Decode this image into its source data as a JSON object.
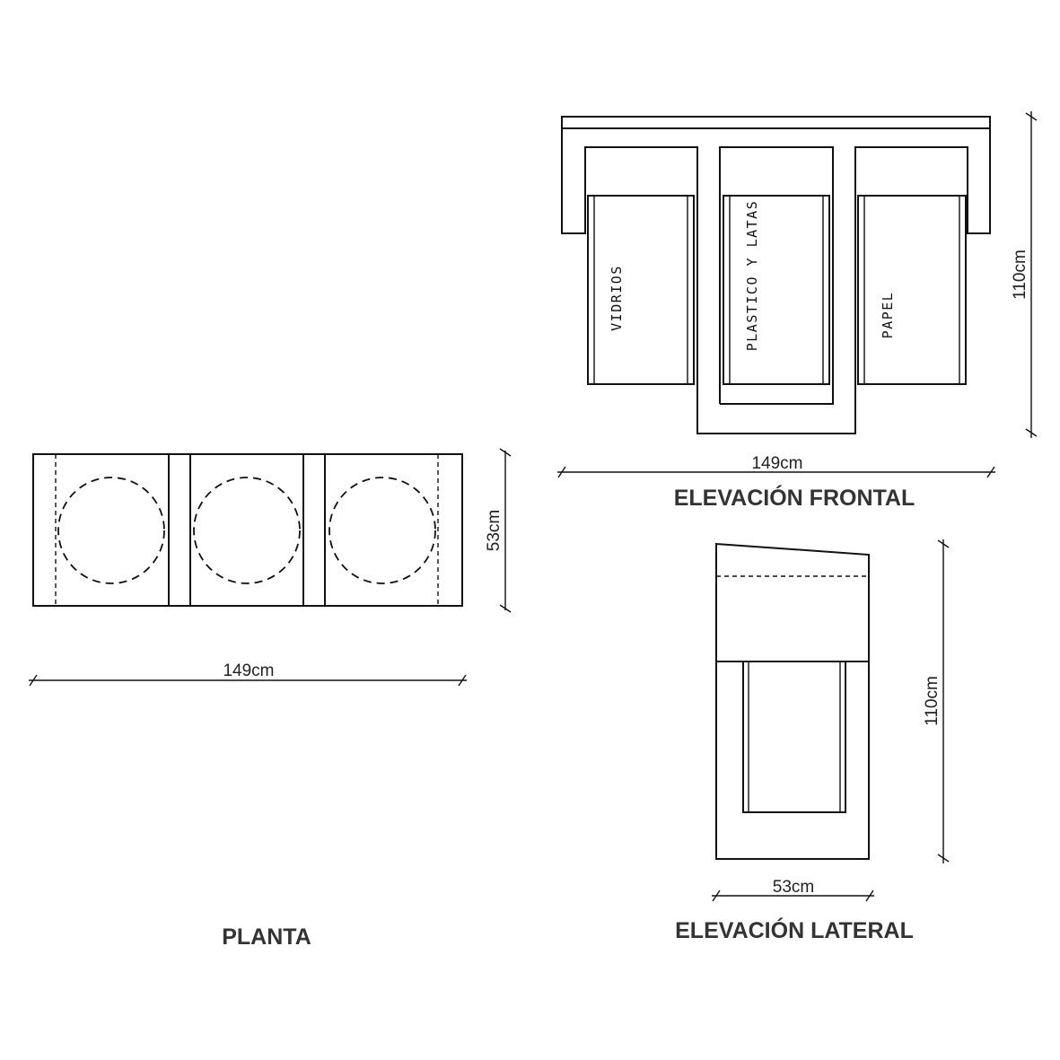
{
  "views": {
    "planta": {
      "title": "PLANTA",
      "width_label": "149cm",
      "depth_label": "53cm"
    },
    "frontal": {
      "title": "ELEVACIÓN FRONTAL",
      "width_label": "149cm",
      "height_label": "110cm",
      "bins": [
        "VIDRIOS",
        "PLASTICO Y LATAS",
        "PAPEL"
      ]
    },
    "lateral": {
      "title": "ELEVACIÓN LATERAL",
      "width_label": "53cm",
      "height_label": "110cm"
    }
  }
}
